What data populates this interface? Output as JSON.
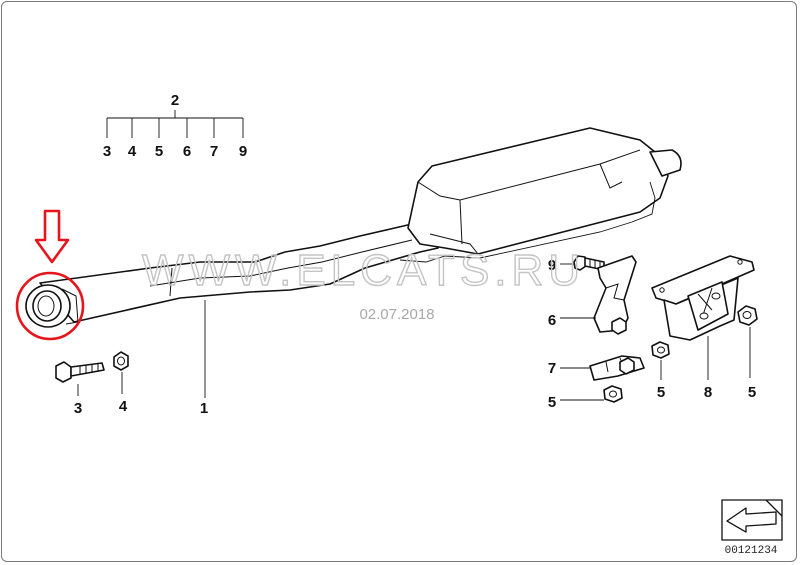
{
  "callouts": {
    "group_header": "2",
    "group_items": [
      "3",
      "4",
      "5",
      "6",
      "7",
      "9"
    ],
    "screw": "3",
    "nut": "4",
    "rear_silencer": "1",
    "bolt": "9",
    "bracket": "6",
    "clamp": "7",
    "nut_bottom_left": "5",
    "nut_center": "5",
    "rubber_mount": "8",
    "nut_right": "5"
  },
  "watermark": "WWW.ELCATS.RU",
  "date_stamp": "02.07.2018",
  "document_number": "00121234",
  "icons": [
    "down-arrow-icon",
    "highlight-circle",
    "page-corner-arrow-icon"
  ],
  "colors": {
    "highlight": "#e8141c",
    "line_art": "#111111",
    "watermark": "#c4c4c4",
    "date_stamp": "#a8a8a8",
    "frame": "#7a7a7a"
  }
}
